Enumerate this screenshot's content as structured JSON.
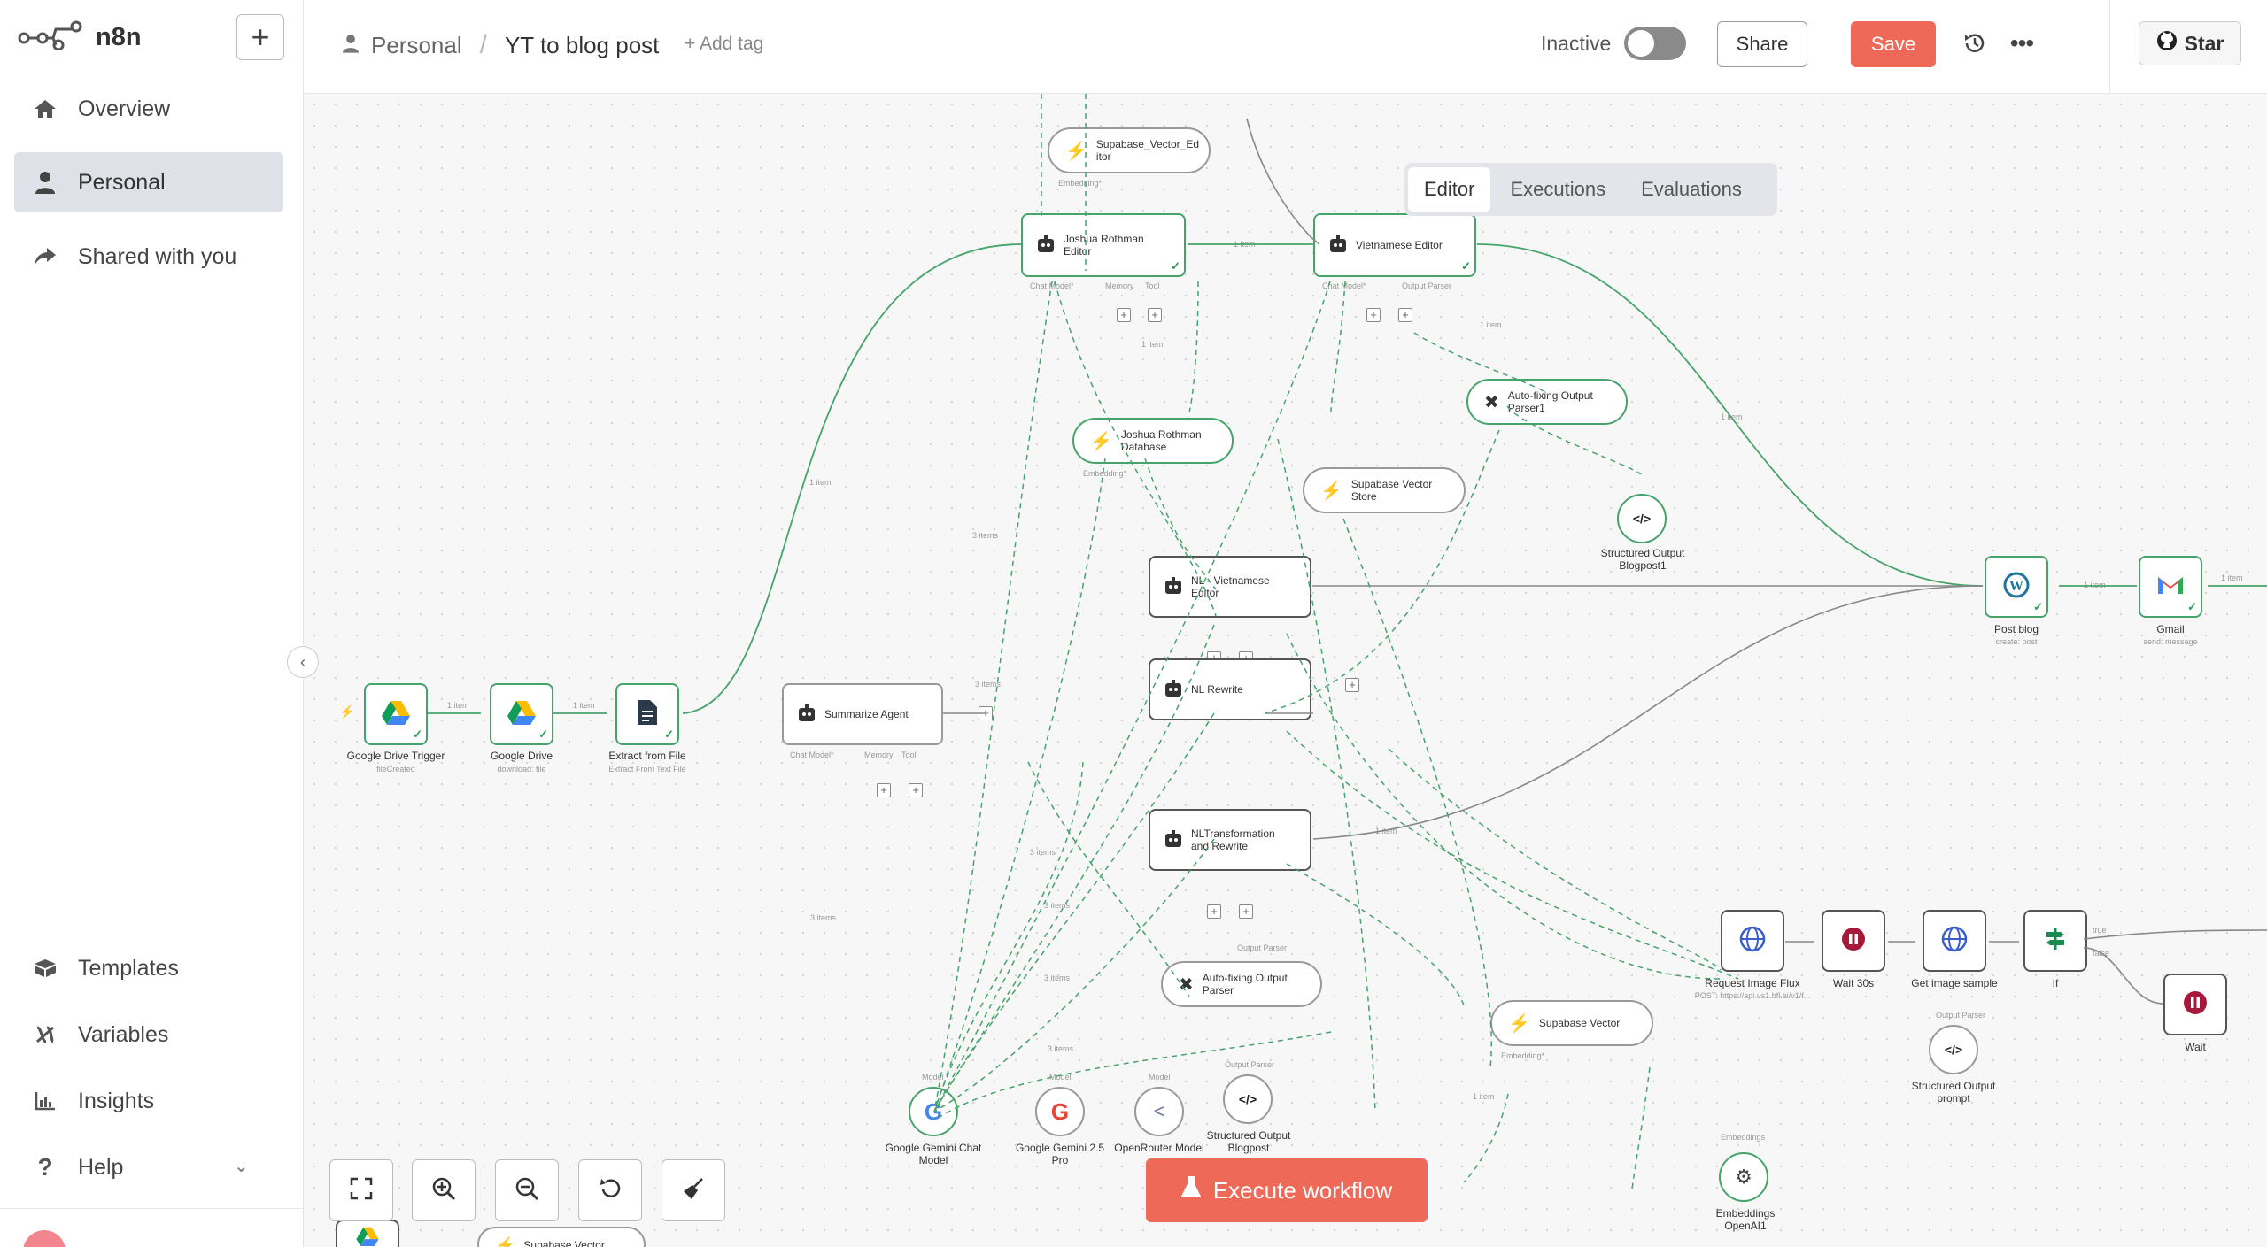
{
  "app": {
    "brand": "n8n"
  },
  "sidebar": {
    "new_button": "+",
    "items": [
      {
        "label": "Overview",
        "icon": "home-icon"
      },
      {
        "label": "Personal",
        "icon": "person-icon",
        "active": true
      },
      {
        "label": "Shared with you",
        "icon": "share-icon"
      }
    ],
    "bottom_items": [
      {
        "label": "Templates",
        "icon": "box-icon"
      },
      {
        "label": "Variables",
        "icon": "variable-icon"
      },
      {
        "label": "Insights",
        "icon": "chart-icon"
      },
      {
        "label": "Help",
        "icon": "question-icon"
      }
    ]
  },
  "header": {
    "project": "Personal",
    "workflow_name": "YT to blog post",
    "add_tag": "+ Add tag",
    "status_label": "Inactive",
    "share": "Share",
    "save": "Save",
    "star": "Star"
  },
  "tabs": [
    "Editor",
    "Executions",
    "Evaluations"
  ],
  "canvas": {
    "execute_button": "Execute workflow",
    "nodes": {
      "drive_trigger": {
        "name": "Google Drive Trigger",
        "sub": "fileCreated"
      },
      "drive": {
        "name": "Google Drive",
        "sub": "download: file"
      },
      "extract": {
        "name": "Extract from File",
        "sub": "Extract From Text File"
      },
      "summarize": {
        "name": "Summarize Agent"
      },
      "supabase_editor": {
        "name": "Supabase_Vector_Ed itor"
      },
      "joshua_editor": {
        "name": "Joshua Rothman Editor"
      },
      "vietnamese_editor": {
        "name": "Vietnamese Editor"
      },
      "joshua_db": {
        "name": "Joshua Rothman Database"
      },
      "autofix1": {
        "name": "Auto-fixing Output Parser1"
      },
      "supabase_store": {
        "name": "Supabase Vector Store"
      },
      "structured1": {
        "name": "Structured Output Blogpost1"
      },
      "nl_vietnamese": {
        "name": "NL - Vietnamese Editor"
      },
      "nl_rewrite": {
        "name": "NL Rewrite"
      },
      "nl_transform": {
        "name": "NLTransformation and Rewrite"
      },
      "autofix": {
        "name": "Auto-fixing Output Parser"
      },
      "supabase_vector": {
        "name": "Supabase Vector"
      },
      "gemini_chat": {
        "name": "Google Gemini Chat Model"
      },
      "gemini_pro": {
        "name": "Google Gemini 2.5 Pro"
      },
      "openrouter": {
        "name": "OpenRouter Model"
      },
      "structured": {
        "name": "Structured Output Blogpost"
      },
      "embeddings": {
        "name": "Embeddings OpenAI1"
      },
      "post_blog": {
        "name": "Post blog",
        "sub": "create: post"
      },
      "gmail": {
        "name": "Gmail",
        "sub": "send: message"
      },
      "req_flux": {
        "name": "Request Image Flux",
        "sub": "POST: https://api.us1.bfl.ai/v1/f..."
      },
      "wait30": {
        "name": "Wait 30s"
      },
      "get_image": {
        "name": "Get image sample"
      },
      "if_node": {
        "name": "If"
      },
      "wait": {
        "name": "Wait"
      },
      "structured_prompt": {
        "name": "Structured Output prompt"
      },
      "bottom_supabase": {
        "name": "Supabase Vector"
      }
    },
    "edge_labels": {
      "one_item": "1 item",
      "three_items": "3 items",
      "true": "true",
      "false": "false"
    },
    "port_labels": {
      "chat_model": "Chat Model*",
      "memory": "Memory",
      "tool": "Tool",
      "output_parser": "Output Parser",
      "model": "Model",
      "embedding": "Embedding*",
      "embeddings": "Embeddings"
    }
  },
  "colors": {
    "accent": "#ef6959",
    "success": "#46a36a",
    "sidebar_active": "#dfe1e8"
  }
}
